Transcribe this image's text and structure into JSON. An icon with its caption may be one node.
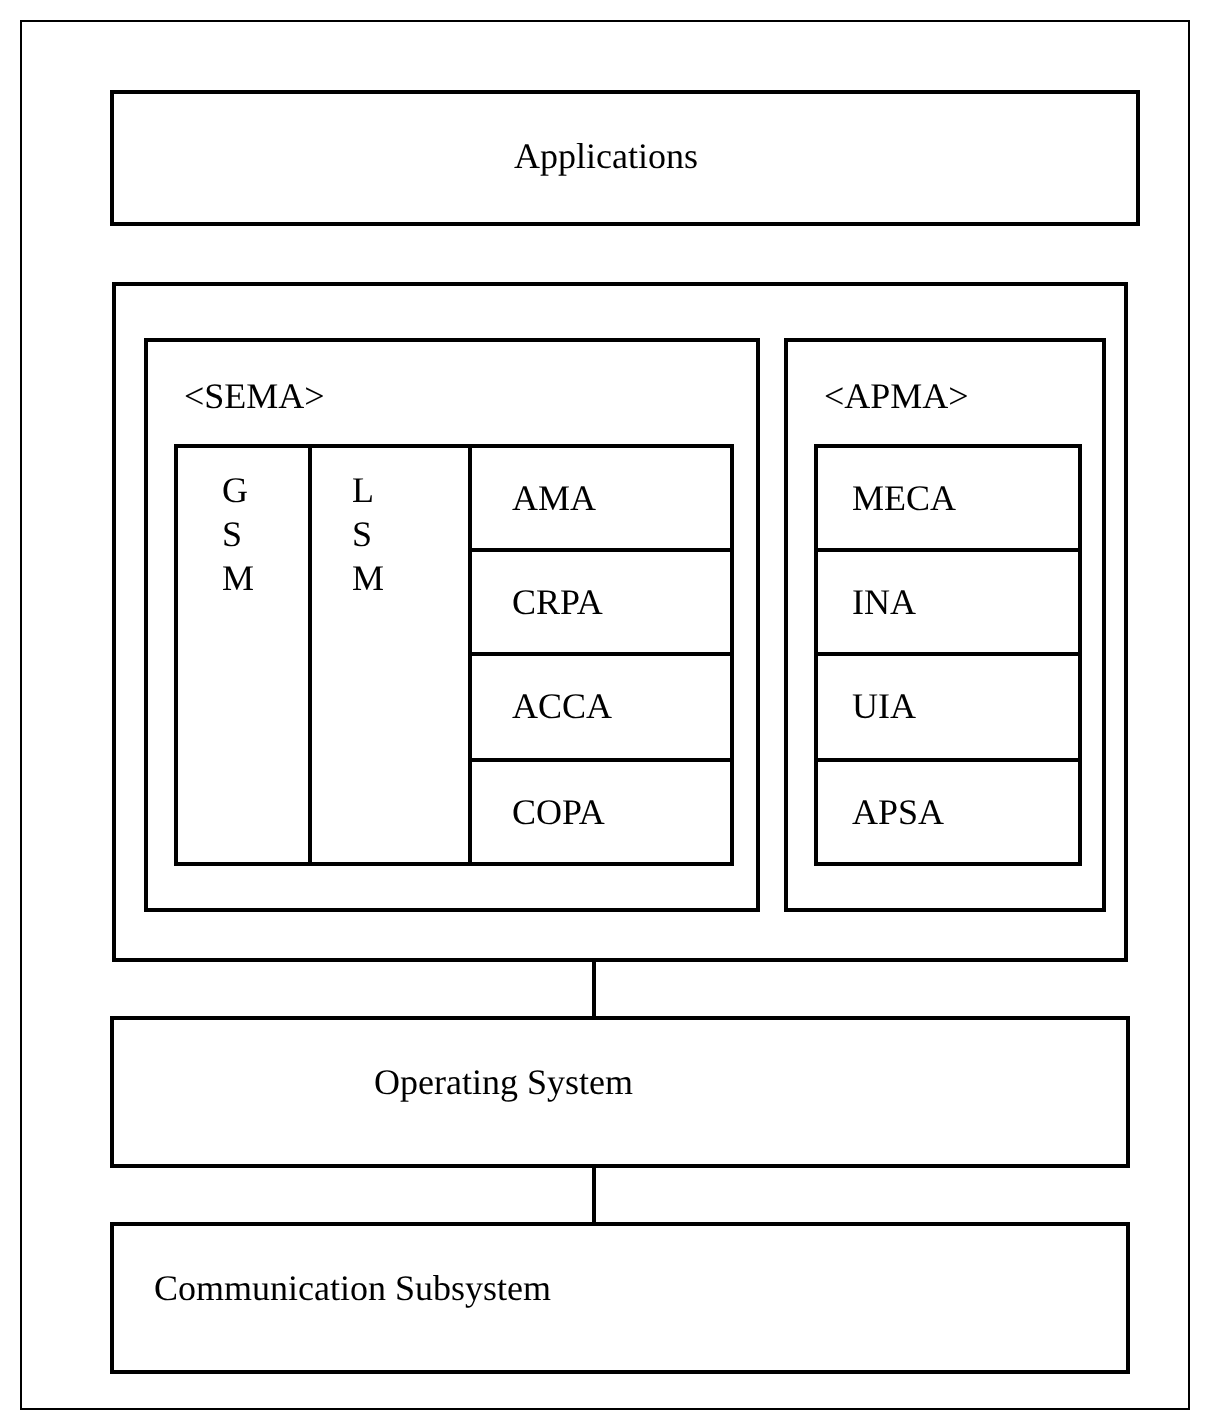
{
  "diagram": {
    "nodes": [
      {
        "text": [
          "Applications"
        ]
      },
      {
        "text": [],
        "shape": "box"
      },
      {
        "text": [
          "<SEMA>"
        ],
        "in": 1
      },
      {
        "text": [
          "G S M"
        ],
        "in": 2
      },
      {
        "text": [
          "L S M"
        ],
        "in": 2
      },
      {
        "text": [
          "AMA"
        ],
        "in": 2
      },
      {
        "text": [
          "CRPA"
        ],
        "in": 2
      },
      {
        "text": [
          "ACCA"
        ],
        "in": 2
      },
      {
        "text": [
          "COPA"
        ],
        "in": 2
      },
      {
        "text": [
          "<APMA>"
        ],
        "in": 1
      },
      {
        "text": [
          "MECA"
        ],
        "in": 9
      },
      {
        "text": [
          "INA"
        ],
        "in": 9
      },
      {
        "text": [
          "UIA"
        ],
        "in": 9
      },
      {
        "text": [
          "APSA"
        ],
        "in": 9
      },
      {
        "text": [
          "Operating System"
        ]
      },
      {
        "text": [
          "Communication Subsystem"
        ]
      }
    ],
    "edges": [
      {
        "from": 1,
        "to": 14,
        "arrow": "none"
      },
      {
        "from": 14,
        "to": 15,
        "arrow": "none"
      }
    ]
  }
}
